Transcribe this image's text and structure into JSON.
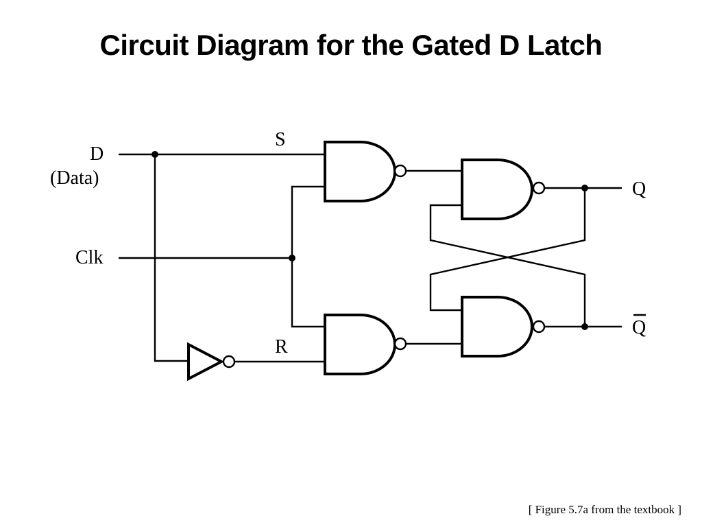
{
  "slide": {
    "title": "Circuit Diagram for the Gated D Latch",
    "caption": "[ Figure 5.7a from the textbook ]"
  },
  "diagram": {
    "inputs": {
      "d": "D",
      "data": "(Data)",
      "clk": "Clk"
    },
    "signals": {
      "s": "S",
      "r": "R"
    },
    "outputs": {
      "q": "Q",
      "q_bar": "Q"
    },
    "components": [
      "inverter",
      "nand-gate-s",
      "nand-gate-r",
      "nand-gate-q",
      "nand-gate-qbar"
    ]
  }
}
